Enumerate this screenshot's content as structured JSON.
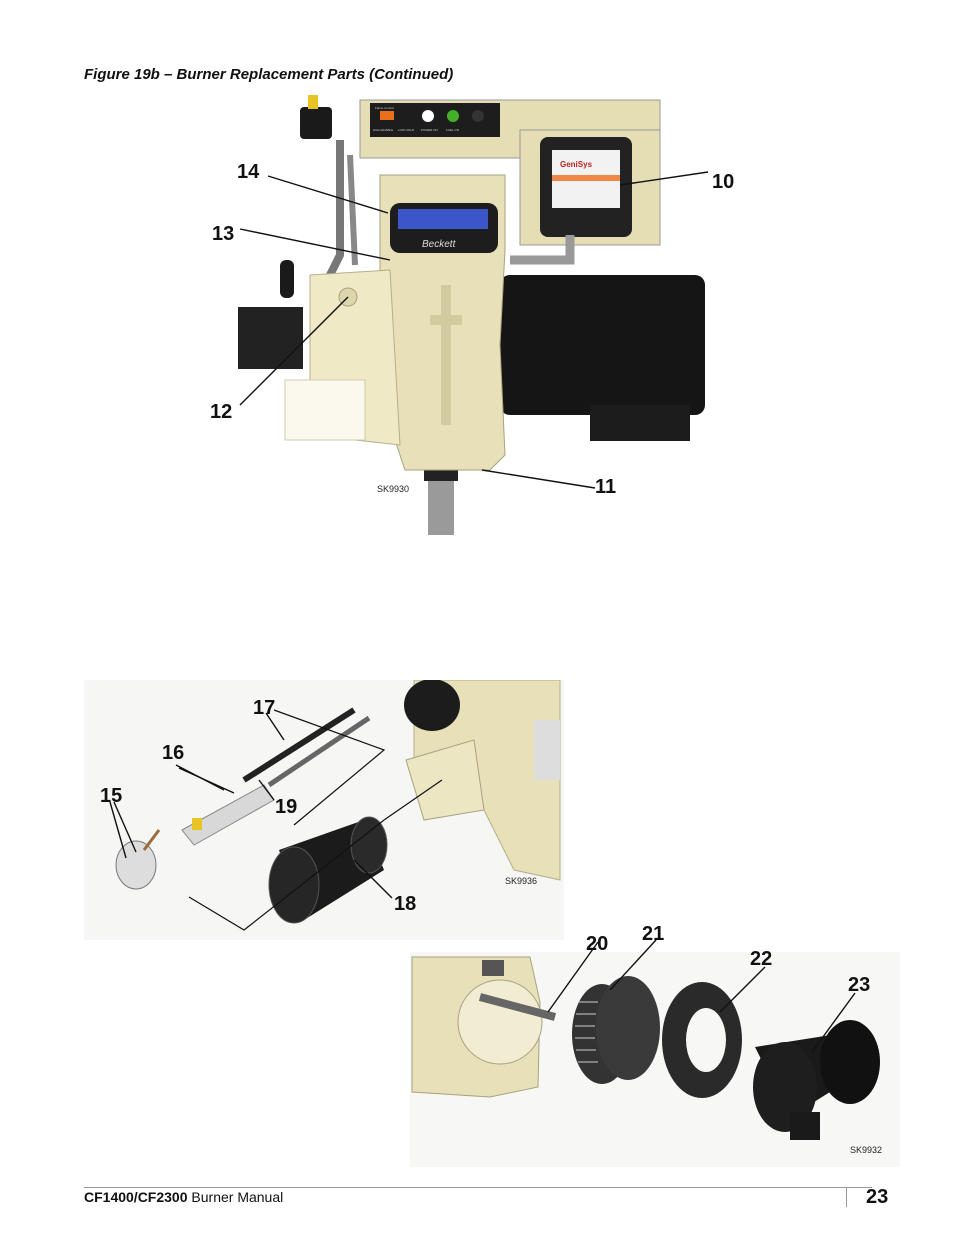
{
  "caption": "Figure 19b – Burner Replacement Parts (Continued)",
  "figure_top": {
    "sk_code": "SK9930",
    "callouts": [
      "10",
      "11",
      "12",
      "13",
      "14"
    ],
    "panel_labels": [
      "HIGH ENABLE",
      "LOW HOLD",
      "POWER ON",
      "FUEL ON"
    ],
    "panel_title": "Flame Control",
    "brand": "Beckett",
    "control_brand": "GeniSys"
  },
  "figure_middle": {
    "sk_code": "SK9936",
    "callouts": [
      "15",
      "16",
      "17",
      "18",
      "19"
    ]
  },
  "figure_bottom": {
    "sk_code": "SK9932",
    "callouts": [
      "20",
      "21",
      "22",
      "23"
    ]
  },
  "footer": {
    "model": "CF1400/CF2300",
    "manual": " Burner Manual",
    "page": "23"
  },
  "colors": {
    "cream": "#e7e0b8",
    "black": "#1a1a1a",
    "rule": "#999999"
  }
}
